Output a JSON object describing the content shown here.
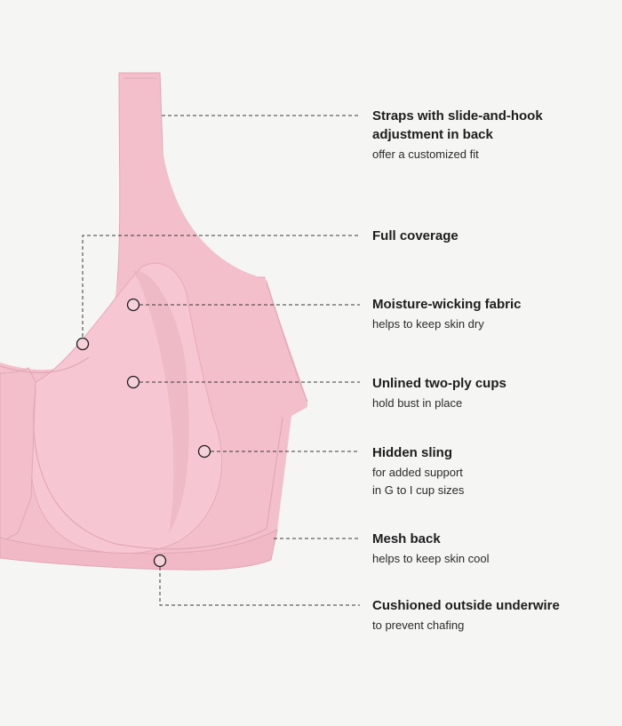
{
  "colors": {
    "background": "#f5f5f4",
    "garment": "#f3bfcb",
    "garment_shadow": "#e7a9b8",
    "garment_highlight": "#f8d0da",
    "text": "#1d1d1d",
    "leader_line": "#3a3a3a"
  },
  "product": {
    "name": "bra-illustration"
  },
  "features": [
    {
      "title": "Straps with slide-and-hook adjustment in back",
      "desc": "offer a customized fit"
    },
    {
      "title": "Full coverage",
      "desc": ""
    },
    {
      "title": "Moisture-wicking fabric",
      "desc": "helps to keep skin dry"
    },
    {
      "title": "Unlined two-ply cups",
      "desc": "hold bust in place"
    },
    {
      "title": "Hidden sling",
      "desc": "for added support",
      "desc2": "in G to I cup sizes"
    },
    {
      "title": "Mesh back",
      "desc": "helps to keep skin cool"
    },
    {
      "title": "Cushioned outside underwire",
      "desc": "to prevent chafing"
    }
  ]
}
